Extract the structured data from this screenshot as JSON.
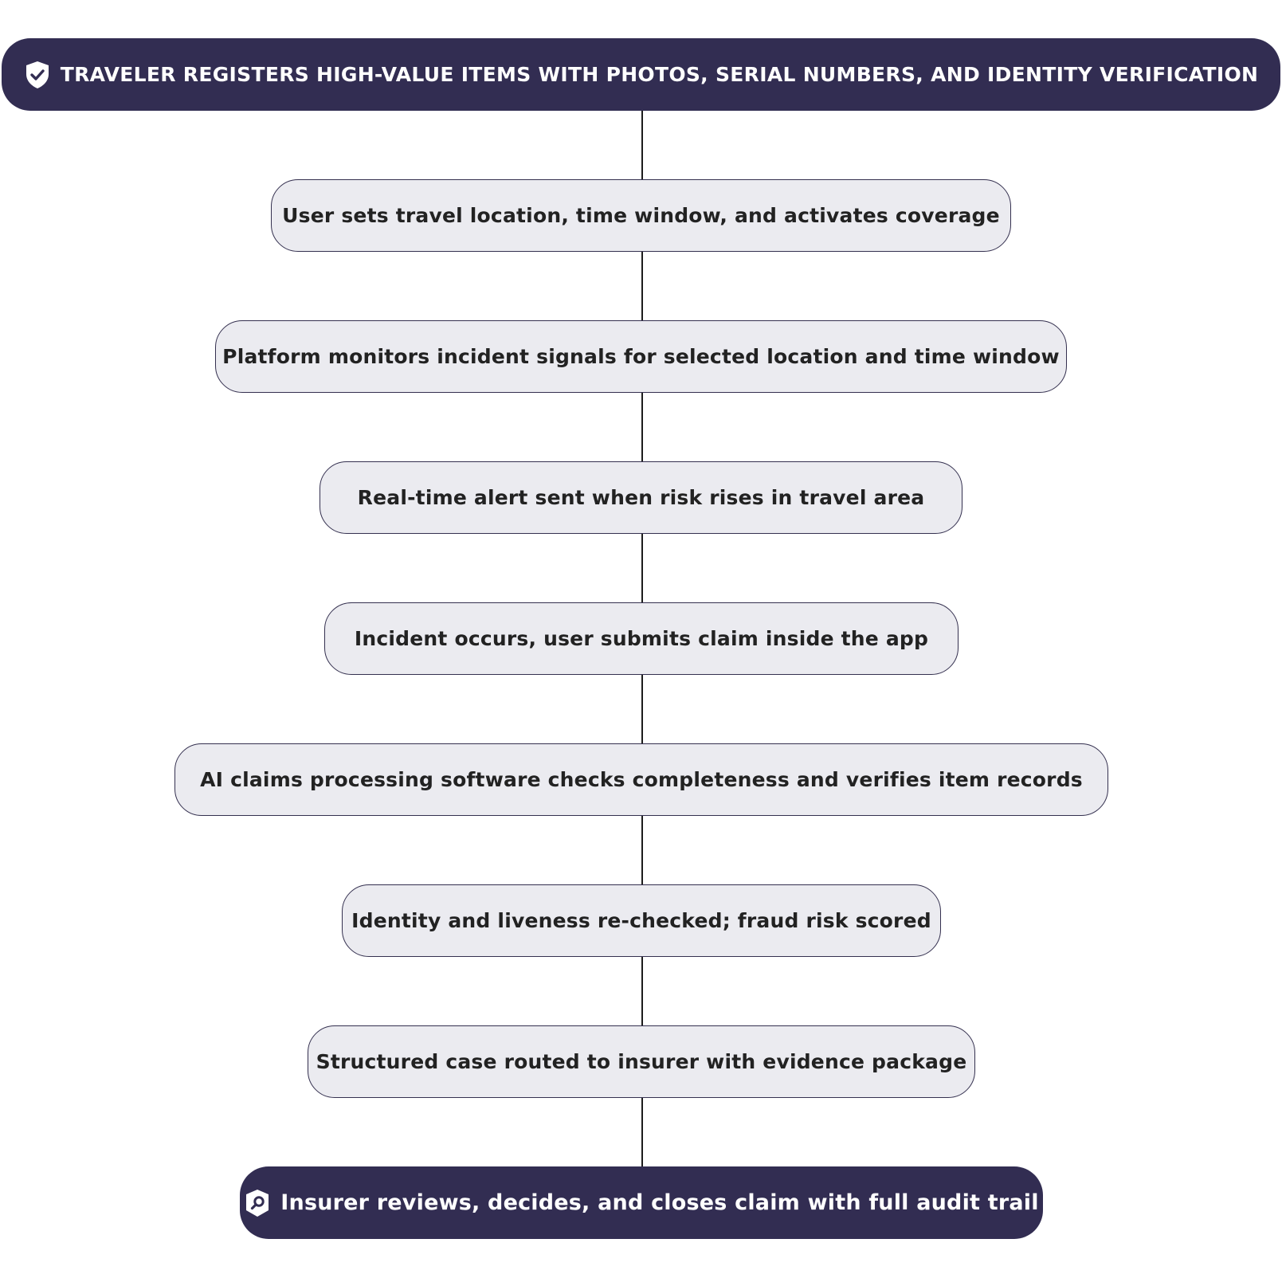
{
  "diagram": {
    "start": {
      "label": "TRAVELER REGISTERS HIGH-VALUE ITEMS WITH PHOTOS, SERIAL NUMBERS, AND IDENTITY VERIFICATION",
      "icon": "shield-check-icon"
    },
    "steps": [
      {
        "label": "User sets travel location, time window, and activates coverage"
      },
      {
        "label": "Platform monitors incident signals for selected location and time window"
      },
      {
        "label": "Real-time alert sent when risk rises in travel area"
      },
      {
        "label": "Incident occurs, user submits claim inside the app"
      },
      {
        "label": "AI claims processing software checks completeness and verifies item records"
      },
      {
        "label": "Identity and liveness re-checked; fraud risk scored"
      },
      {
        "label": "Structured case routed to insurer with evidence package"
      }
    ],
    "end": {
      "label": "Insurer reviews, decides, and closes claim with full audit trail",
      "icon": "shield-search-icon"
    },
    "colors": {
      "terminal_fill": "#322d52",
      "step_fill": "#ebebf0",
      "step_border": "#34304f",
      "connector": "#1c1c1c"
    }
  }
}
